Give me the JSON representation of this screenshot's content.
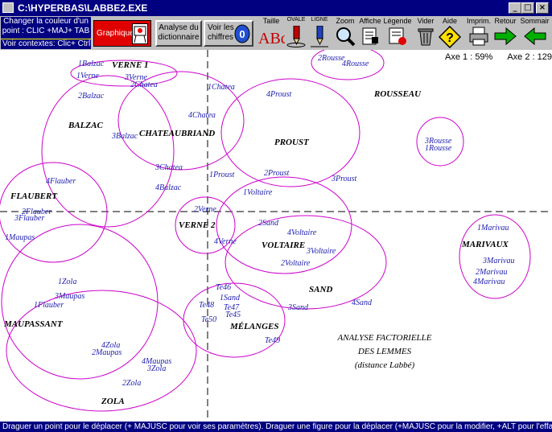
{
  "window": {
    "title": "C:\\HYPERBAS\\LABBE2.EXE",
    "min_label": "_",
    "max_label": "□",
    "close_label": "×"
  },
  "toolbar": {
    "info_line1": "Changer la couleur d'un",
    "info_line2": "point : CLIC +MAJ+ TAB",
    "info_line3": "Voir contextes: Clic+ Ctrl",
    "graphique_label": "Graphique",
    "analyse_line1": "Analyse du",
    "analyse_line2": "dictionnaire",
    "voir_line1": "Voir les",
    "voir_line2": "chiffres",
    "voir_badge": "0",
    "tools": {
      "taille": "Taille",
      "taille_glyph": "ABc",
      "ovale": "OVALE",
      "ligne": "LIGNE",
      "zoom": "Zoom",
      "affiche": "Affiche",
      "legende": "Légende",
      "vider": "Vider",
      "aide": "Aide",
      "aide_glyph": "?",
      "imprim": "Imprim.",
      "retour": "Retour",
      "sommaire": "Sommair"
    }
  },
  "chart": {
    "axe1": "Axe 1 :  59%",
    "axe2": "Axe 2 :  129",
    "title_line1": "ANALYSE FACTORIELLE",
    "title_line2": "DES LEMMES",
    "title_line3": "(distance Labbé)",
    "groups": [
      "VERNE 1",
      "BALZAC",
      "CHATEAUBRIAND",
      "PROUST",
      "ROUSSEAU",
      "FLAUBERT",
      "VERNE 2",
      "VOLTAIRE",
      "MARIVAUX",
      "SAND",
      "MAUPASSANT",
      "MÉLANGES",
      "ZOLA"
    ],
    "points": [
      "2Rousse",
      "4Rousse",
      "1Balzac",
      "1Verne",
      "3Verne",
      "2Chatea",
      "2Balzac",
      "1Chatea",
      "4Proust",
      "4Chatea",
      "3Balzac",
      "3Rousse",
      "1Rousse",
      "3Chatea",
      "4Balzac",
      "1Proust",
      "2Proust",
      "3Proust",
      "4Flauber",
      "1Voltaire",
      "2Flauber",
      "3Flauber",
      "2Verne",
      "1Maupas",
      "2Sand",
      "4Voltaire",
      "4Verne",
      "3Voltaire",
      "2Voltaire",
      "1Marivau",
      "3Marivau",
      "2Marivau",
      "4Marivau",
      "1Zola",
      "3Maupas",
      "1Flauber",
      "Te46",
      "1Sand",
      "Te48",
      "Te47",
      "3Sand",
      "4Sand",
      "Te45",
      "Te50",
      "Te49",
      "4Zola",
      "2Maupas",
      "4Maupas",
      "3Zola",
      "2Zola"
    ],
    "accent_color": "#cc00cc",
    "point_color": "#2020b0"
  },
  "status": {
    "text": "Draguer un point pour le déplacer (+ MAJUSC  pour voir ses paramètres). Draguer une figure pour la déplacer (+MAJUSC pour la modifier, +ALT pour l'effacer)."
  }
}
